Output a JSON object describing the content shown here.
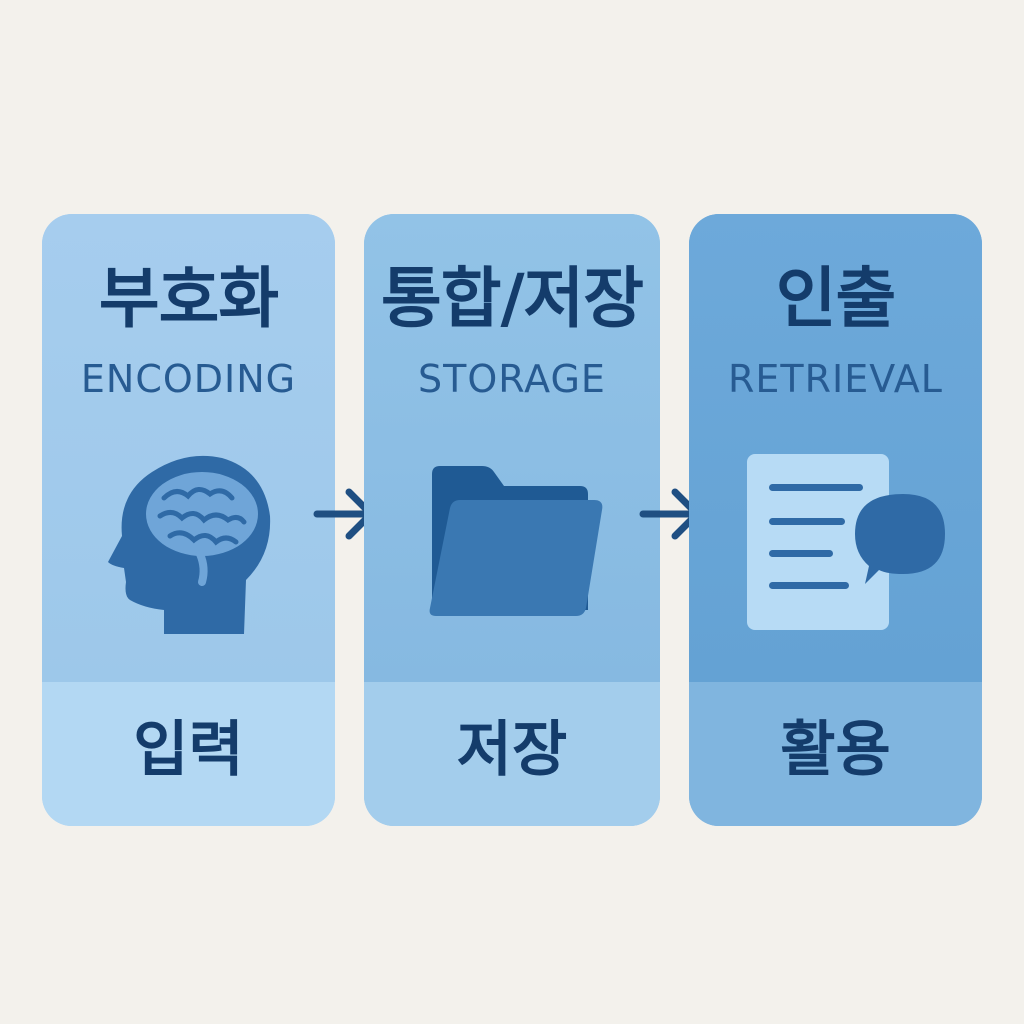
{
  "stages": [
    {
      "title_ko": "부호화",
      "title_en": "ENCODING",
      "bottom_label": "입력",
      "icon": "head-brain-icon",
      "color": "#a9d0ee"
    },
    {
      "title_ko": "통합/저장",
      "title_en": "STORAGE",
      "bottom_label": "저장",
      "icon": "folder-icon",
      "color": "#94c3e6"
    },
    {
      "title_ko": "인출",
      "title_en": "RETRIEVAL",
      "bottom_label": "활용",
      "icon": "document-speech-bubble-icon",
      "color": "#72acda"
    }
  ],
  "arrows": [
    "arrow-right-icon",
    "arrow-right-icon"
  ],
  "colors": {
    "background": "#f3f1ec",
    "text_dark": "#143c6b",
    "text_english": "#275b92",
    "icon_dark": "#2f6aa6"
  }
}
